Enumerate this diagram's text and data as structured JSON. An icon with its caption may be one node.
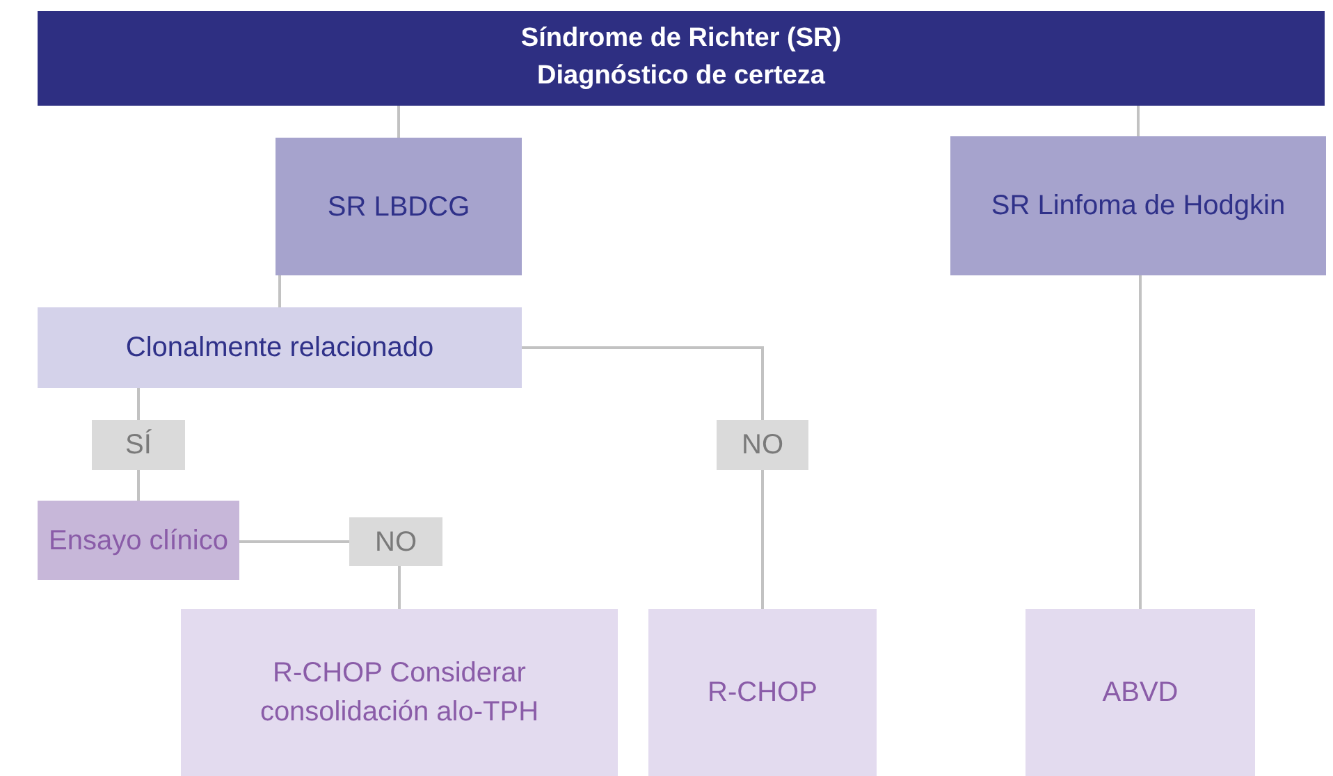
{
  "diagram": {
    "nodes": [
      {
        "text": [
          "Síndrome de Richter (SR)",
          "Diagnóstico de certeza"
        ]
      },
      {
        "text": [
          "SR LBDCG"
        ]
      },
      {
        "text": [
          "SR Linfoma de Hodgkin"
        ]
      },
      {
        "text": [
          "Clonalmente relacionado"
        ]
      },
      {
        "text": [
          "SÍ"
        ]
      },
      {
        "text": [
          "NO"
        ]
      },
      {
        "text": [
          "Ensayo clínico"
        ]
      },
      {
        "text": [
          "NO"
        ]
      },
      {
        "text": [
          "R-CHOP Considerar consolidación alo-TPH"
        ]
      },
      {
        "text": [
          "R-CHOP"
        ]
      },
      {
        "text": [
          "ABVD"
        ]
      }
    ],
    "edges": [
      {
        "from": 0,
        "to": 1,
        "arrow": "none"
      },
      {
        "from": 0,
        "to": 2,
        "arrow": "none"
      },
      {
        "from": 1,
        "to": 3,
        "arrow": "none"
      },
      {
        "from": 3,
        "to": 4,
        "arrow": "none"
      },
      {
        "from": 3,
        "to": 5,
        "arrow": "none"
      },
      {
        "from": 2,
        "to": 10,
        "arrow": "none"
      },
      {
        "from": 4,
        "to": 6,
        "arrow": "none"
      },
      {
        "from": 6,
        "to": 7,
        "arrow": "none"
      },
      {
        "from": 5,
        "to": 9,
        "arrow": "none"
      },
      {
        "from": 7,
        "to": 8,
        "arrow": "none"
      }
    ]
  }
}
